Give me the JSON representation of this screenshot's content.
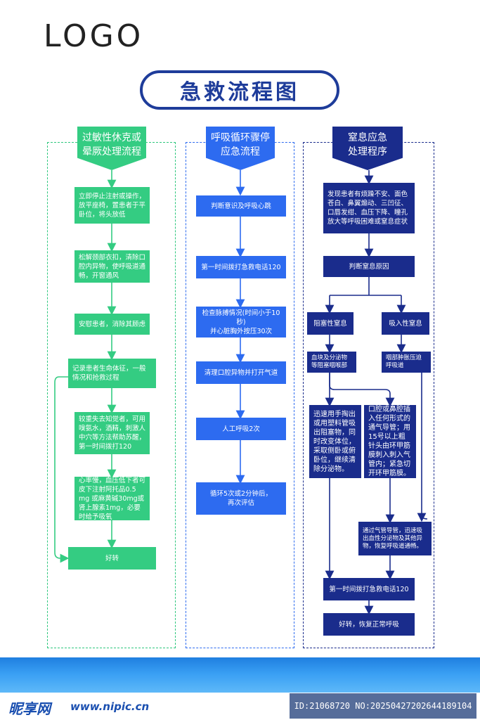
{
  "logo": "LOGO",
  "title": "急救流程图",
  "columns": {
    "allergy": {
      "header": "过敏性休克或\n晕厥处理流程",
      "steps": [
        "立即停止注射或操作，放平座椅，置患者于平卧位，将头放低",
        "松解颈部衣扣，清除口腔内异物，使呼吸道通畅，开窗通风",
        "安慰患者，消除其顾虑",
        "记录患者生命体征，一般情况和抢救过程",
        "较重失去知觉者，可用嗅氨水，酒精，刺激人中穴等方法帮助苏醒，第一时间拨打120",
        "心率慢，血压低下者可皮下注射阿托品0.5 mg 或麻黄碱30mg或肾上腺素1mg，必要时给予吸氧",
        "好转"
      ]
    },
    "cardiac": {
      "header": "呼吸循环骤停\n应急流程",
      "steps": [
        "判断意识及呼吸心跳",
        "第一时间拨打急救电话120",
        "检查脉搏情况(时间小于10秒)\n并心脏胸外按压30次",
        "清理口腔异物并打开气道",
        "人工呼吸2次",
        "循环5次或2分钟后，\n再次评估"
      ]
    },
    "asphyxia": {
      "header": "窒息应急\n处理程序",
      "intro": "发现患者有烦躁不安、面色苍白、鼻翼煽动、三凹征、口唇发绀、血压下降、瞳孔放大等呼吸困难或窒息症状",
      "judge": "判断窒息原因",
      "branch_left": "阻塞性窒息",
      "branch_right": "吸入性窒息",
      "cause_left": "血块及分泌物等阻塞咽喉部",
      "cause_right": "咽部肿胀压迫呼吸道",
      "action_a": "迅速用手掏出或用塑料管吸出阻塞物，同时改变体位，采取侧卧或俯卧位，继续清除分泌物。",
      "action_b": "口腔或鼻腔插入任何形式的通气导管；用15号以上粗针头由环甲筋膜刺入刺入气管内；紧急切开环甲筋膜。",
      "action_c": "通过气管导管，迅速吸出血性分泌物及其他异物，恢复呼吸道通畅。",
      "call": "第一时间拨打急救电话120",
      "result": "好转，恢复正常呼吸"
    }
  },
  "watermark": {
    "brand": "昵享网",
    "url": "www.nipic.cn",
    "id": "ID:21068720 NO:20250427202644189104"
  },
  "colors": {
    "green": "#34cc82",
    "blue": "#2d6bf0",
    "navy": "#1a2c8c",
    "title": "#1e3c9a"
  }
}
